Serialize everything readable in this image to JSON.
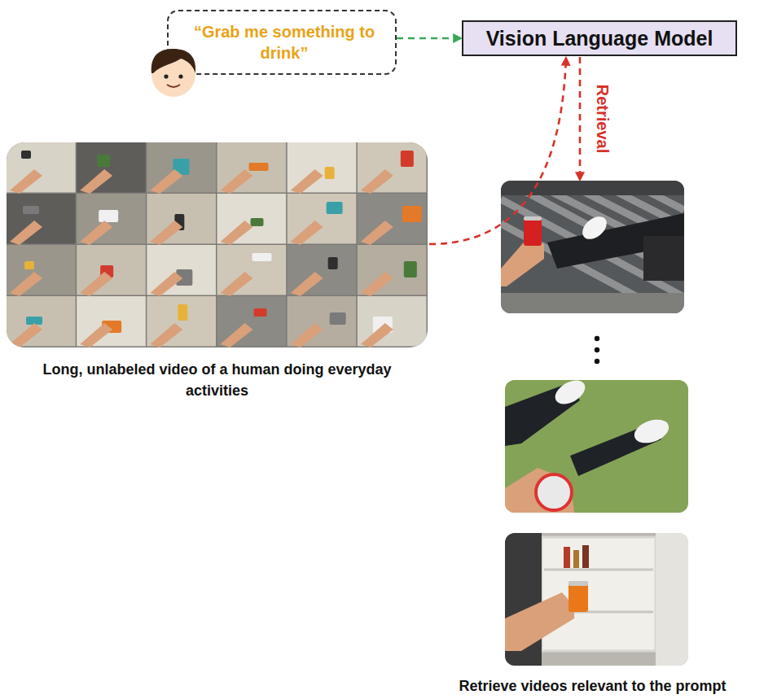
{
  "diagram": {
    "nodes": [
      {
        "text": [
          "“Grab me something to drink”"
        ]
      },
      {
        "text": [
          "Vision Language Model"
        ]
      },
      {
        "text": [
          "Long, unlabeled video of a human doing everyday activities"
        ]
      },
      {
        "text": [
          "Retrieve videos relevant to the prompt"
        ]
      }
    ],
    "edges": [
      {
        "from": 0,
        "to": 1,
        "arrow": "to"
      },
      {
        "from": 2,
        "to": 1,
        "arrow": "to"
      },
      {
        "from": 1,
        "to": 3,
        "label": "Retrieval",
        "arrow": "to"
      }
    ]
  }
}
